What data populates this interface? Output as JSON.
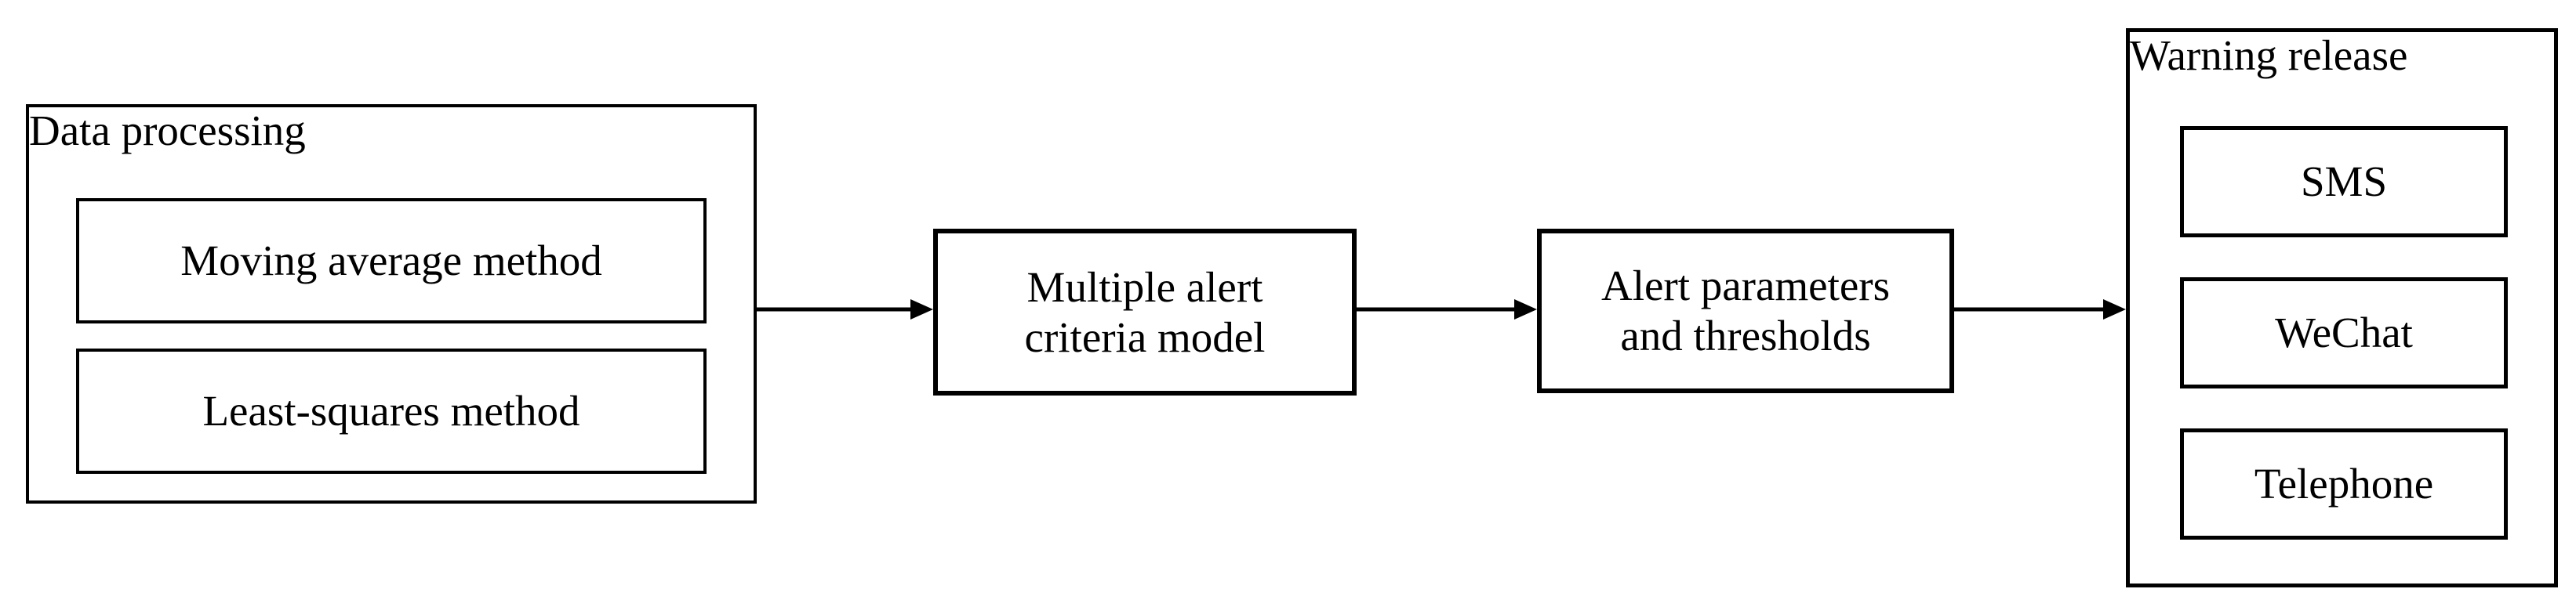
{
  "figure": {
    "type": "flowchart",
    "colors": {
      "ink": "#000000",
      "paper": "#ffffff"
    },
    "data_processing": {
      "title": "Data processing",
      "methods": [
        "Moving average method",
        "Least-squares method"
      ]
    },
    "steps": {
      "criteria_model": "Multiple alert criteria model",
      "parameters": "Alert parameters and thresholds"
    },
    "warning_release": {
      "title": "Warning release",
      "channels": [
        "SMS",
        "WeChat",
        "Telephone"
      ]
    }
  }
}
